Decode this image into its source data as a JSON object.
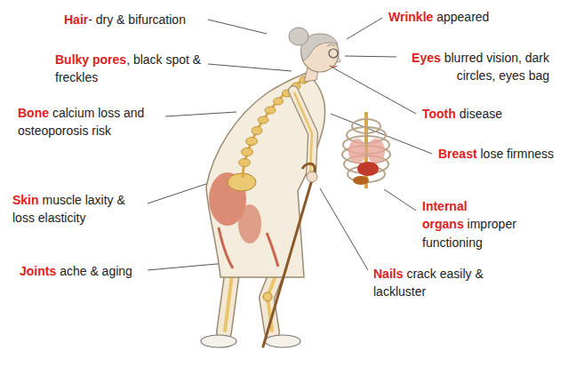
{
  "diagram": {
    "labels": [
      "Hair",
      "- dry & bifurcation",
      "Bulky pores",
      ", black spot & freckles",
      "Bone",
      "calcium loss and osteoporosis risk",
      "Skin",
      "muscle laxity & loss elasticity",
      "Joints",
      "ache & aging",
      "Wrinkle",
      "appeared",
      "Eyes",
      "blurred vision, dark circles, eyes bag",
      "Tooth",
      "disease",
      "Breast",
      "lose firmness",
      "Internal organs",
      "improper functioning",
      "Nails",
      "crack easily & lackluster"
    ]
  }
}
